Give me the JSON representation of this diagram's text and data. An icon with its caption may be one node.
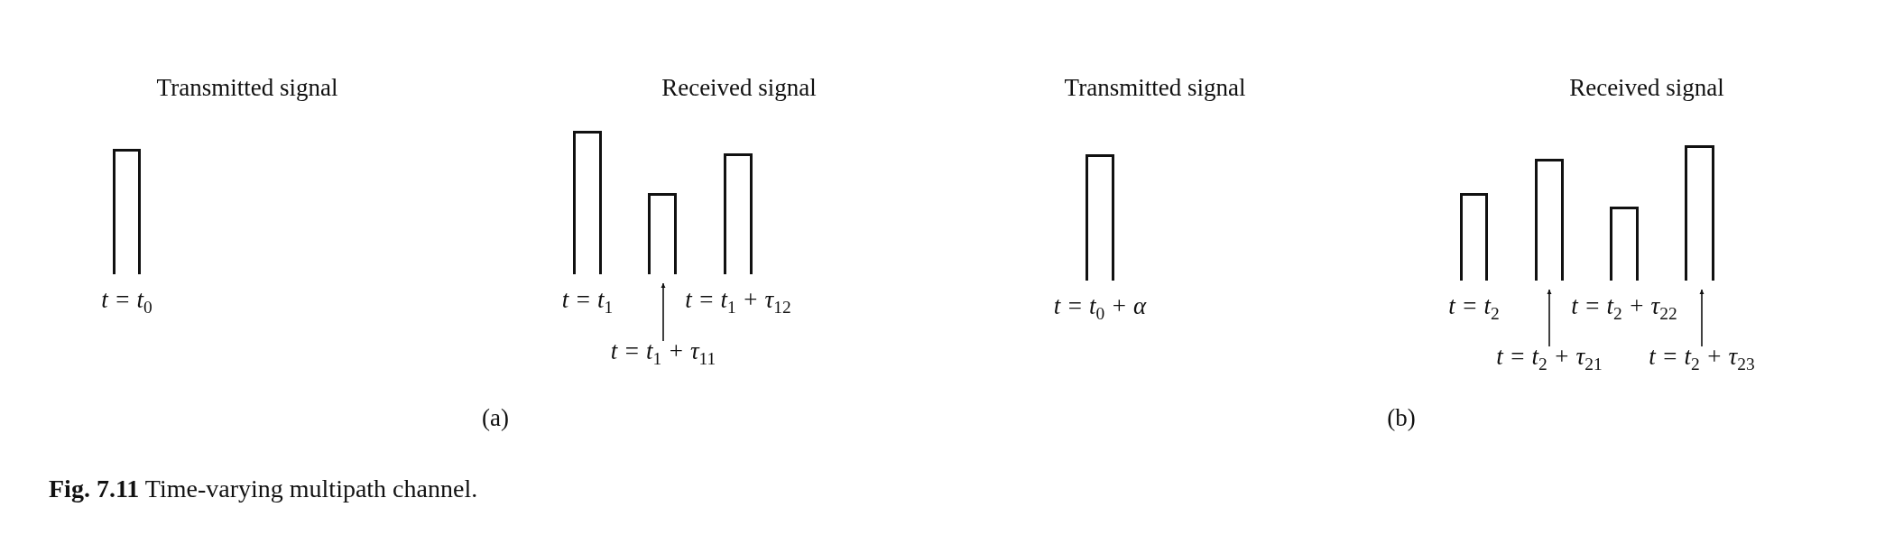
{
  "diagram": {
    "caption": "**Fig. 7.11** Time-varying multipath channel.",
    "nodes": [
      {
        "text": [],
        "shape": "pulse",
        "beside": [
          "t = t$_{0}$"
        ]
      },
      {
        "text": [],
        "shape": "pulse",
        "beside": [
          "t = t$_{1}$"
        ]
      },
      {
        "text": [],
        "shape": "pulse"
      },
      {
        "text": [],
        "shape": "pulse",
        "beside": [
          "t = t$_{1}$ + τ$_{12}$"
        ]
      },
      {
        "text": [
          "t = t$_{1}$ + τ$_{11}$"
        ]
      },
      {
        "text": [],
        "shape": "pulse",
        "beside": [
          "t = t$_{0}$ + α"
        ]
      },
      {
        "text": [],
        "shape": "pulse",
        "beside": [
          "t = t$_{2}$"
        ]
      },
      {
        "text": [],
        "shape": "pulse"
      },
      {
        "text": [],
        "shape": "pulse",
        "beside": [
          "t = t$_{2}$ + τ$_{22}$"
        ]
      },
      {
        "text": [],
        "shape": "pulse"
      },
      {
        "text": [
          "t = t$_{2}$ + τ$_{21}$"
        ]
      },
      {
        "text": [
          "t = t$_{2}$ + τ$_{23}$"
        ]
      }
    ],
    "edges": [
      {
        "from": 4,
        "to": 2,
        "arrow": "to"
      },
      {
        "from": 10,
        "to": 7,
        "arrow": "to"
      },
      {
        "from": 11,
        "to": 9,
        "arrow": "to"
      }
    ],
    "labels": [
      "Transmitted signal",
      "Received signal",
      "Transmitted signal",
      "Received signal",
      "(a)",
      "(b)"
    ]
  }
}
